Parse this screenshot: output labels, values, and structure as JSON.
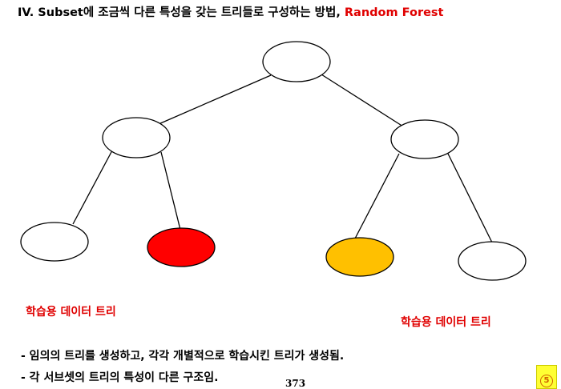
{
  "title": {
    "main": "IV. Subset에 조금씩 다른 특성을 갖는 트리들로 구성하는 방법, ",
    "highlight": "Random Forest"
  },
  "colors": {
    "red_node": "#ff0000",
    "yellow_node": "#ffc000",
    "label_red": "#e00000"
  },
  "labels": {
    "left_training": "학습용 데이터 트리",
    "right_training": "학습용 데이터 트리"
  },
  "bullets": [
    "- 임의의 트리를 생성하고, 각각 개별적으로 학습시킨 트리가 생성됨.",
    "- 각 서브셋의 트리의 특성이 다른 구조임."
  ],
  "page_number": "373",
  "badge": "5"
}
